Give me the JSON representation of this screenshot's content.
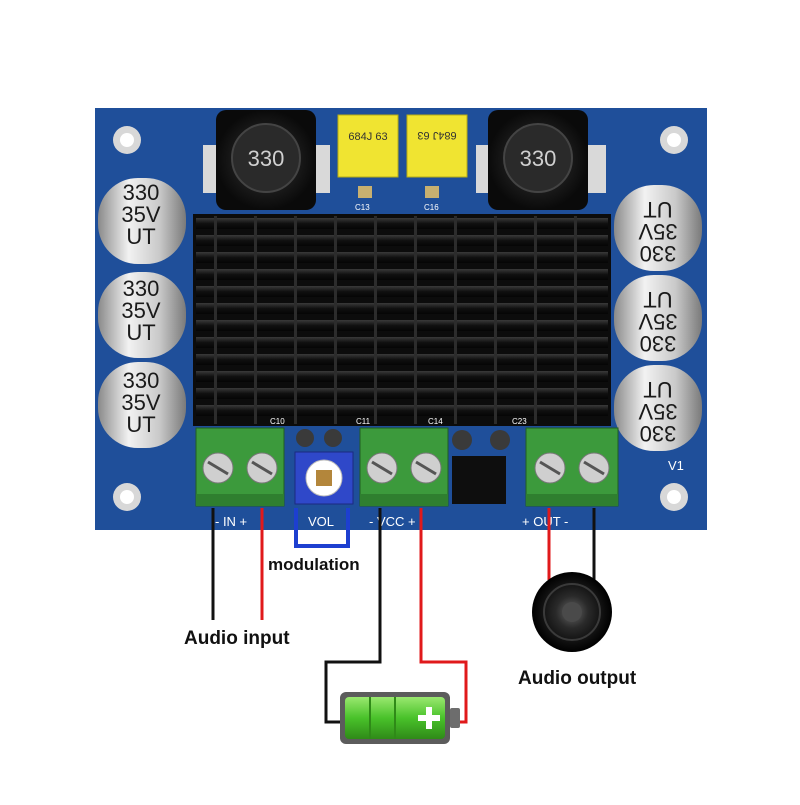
{
  "board": {
    "pcb_color": "#1f4f9a",
    "heatsink_color": "#141414",
    "terminal_color": "#3c9a3c",
    "silk": {
      "in_label": "- IN +",
      "vol_label": "VOL",
      "vcc_label": "- VCC +",
      "out_label": "+ OUT -",
      "version": "V1",
      "c10": "C10",
      "c11": "C11",
      "c14": "C14",
      "c23": "C23",
      "c13": "C13",
      "c16": "C16"
    },
    "film_caps": [
      {
        "marking": "684J 63"
      },
      {
        "marking": "684J 63"
      }
    ],
    "inductors": [
      {
        "marking": "330"
      },
      {
        "marking": "330"
      }
    ],
    "electrolytic_caps": [
      {
        "line1": "330",
        "line2": "35V",
        "line3": "UT"
      },
      {
        "line1": "330",
        "line2": "35V",
        "line3": "UT"
      },
      {
        "line1": "330",
        "line2": "35V",
        "line3": "UT"
      },
      {
        "line1": "330",
        "line2": "35V",
        "line3": "UT"
      },
      {
        "line1": "330",
        "line2": "35V",
        "line3": "UT"
      },
      {
        "line1": "330",
        "line2": "35V",
        "line3": "UT"
      }
    ]
  },
  "labels": {
    "modulation": "modulation",
    "audio_input": "Audio input",
    "audio_output": "Audio output"
  },
  "colors": {
    "wire_red": "#e0191b",
    "wire_black": "#111111",
    "vol_box": "#1d3fd0",
    "battery_green": "#49c22a"
  },
  "icons": {
    "speaker": "speaker-icon",
    "battery": "battery-icon"
  }
}
